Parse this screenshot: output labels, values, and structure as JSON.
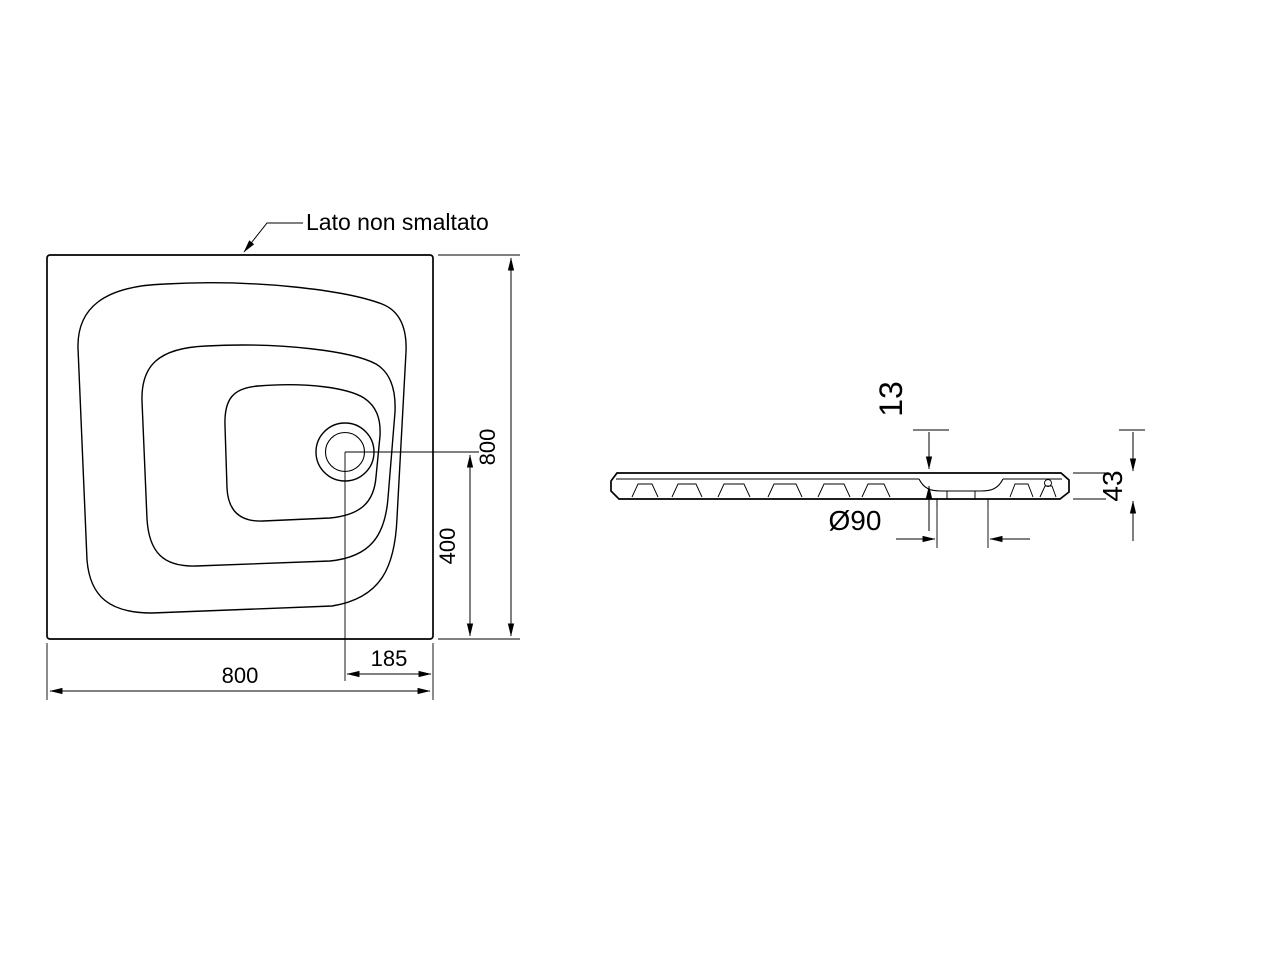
{
  "drawing": {
    "annotation": "Lato non smaltato",
    "top_view": {
      "width_label": "800",
      "height_label": "800",
      "drain_offset_x_label": "185",
      "drain_offset_y_label": "400"
    },
    "section_view": {
      "rim_thickness_label": "13",
      "edge_height_label": "43",
      "drain_diameter_label": "Ø90"
    },
    "colors": {
      "line": "#000000",
      "background": "#ffffff"
    }
  }
}
